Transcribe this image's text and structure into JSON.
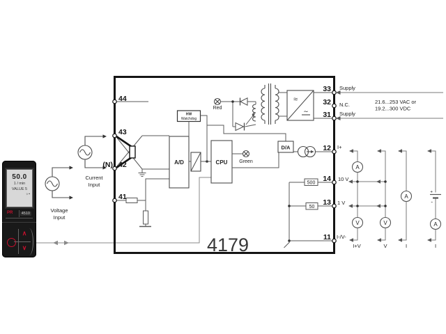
{
  "display_unit": {
    "reading": "50.0",
    "unit": "1 / min",
    "tag": "VALUE 5",
    "icons": "☼▪",
    "brand": "PR",
    "model": "4510"
  },
  "sources": {
    "current": [
      "Current",
      "Input"
    ],
    "voltage": [
      "Voltage",
      "Input"
    ],
    "neutral": "(N)"
  },
  "main_unit": {
    "model": "4179",
    "terminals_left": [
      "44",
      "43",
      "42",
      "41"
    ],
    "terminals_right": [
      "33",
      "32",
      "31",
      "12",
      "14",
      "13",
      "11"
    ],
    "blocks": {
      "ad": "A/D",
      "cpu": "CPU",
      "da": "D/A",
      "watchdog": [
        "HW",
        "Watchdog"
      ]
    },
    "leds": {
      "red": "Red",
      "green": "Green"
    },
    "resistors": {
      "r500": "500",
      "r50": "50"
    }
  },
  "supply": {
    "top": "Supply",
    "nc": "N.C.",
    "bottom": "Supply",
    "rating": [
      "21.6...253 VAC or",
      "19.2...300 VDC"
    ]
  },
  "io_labels": {
    "i_plus": "I+",
    "v10": "10 V",
    "v1": "1 V",
    "i_v_minus": "I-/V-"
  },
  "measurement": {
    "ammeter": "A",
    "voltmeter": "V",
    "plus": "+",
    "minus": "-",
    "branches": [
      "I+V",
      "V",
      "I",
      "I"
    ]
  },
  "colors": {
    "accent_red": "#c8102e",
    "line_dark": "#141414",
    "line_gray": "#6a6a6a"
  }
}
